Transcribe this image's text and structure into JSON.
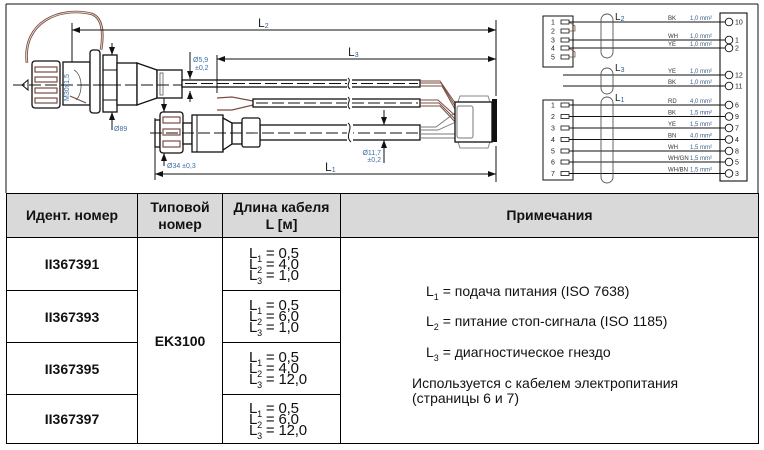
{
  "drawing": {
    "dim_labels": {
      "l1": {
        "main": "L",
        "sub": "1"
      },
      "l2": {
        "main": "L",
        "sub": "2"
      },
      "l3": {
        "main": "L",
        "sub": "3"
      }
    },
    "callouts": {
      "cable_dia_small": {
        "value": "Ø5,9",
        "tol": "±0,2"
      },
      "flange_dia": "Ø89",
      "thread": "M30x1,5",
      "nut_dia": "Ø34 ±0,3",
      "cable_dia_large": {
        "value": "Ø11,7",
        "tol": "±0,2"
      }
    }
  },
  "wiring": {
    "groups": [
      {
        "label": {
          "main": "L",
          "sub": "2"
        },
        "connector_pins": [
          "1",
          "2",
          "3",
          "4",
          "5"
        ],
        "wires": [
          {
            "pin": "1",
            "color": "BK",
            "section": "1,0 mm²",
            "terminal": "10"
          },
          {
            "pin": "3",
            "color": "WH",
            "section": "1,0 mm²",
            "terminal": "1"
          },
          {
            "pin": "4",
            "color": "YE",
            "section": "1,0 mm²",
            "terminal": "2"
          }
        ]
      },
      {
        "label": {
          "main": "L",
          "sub": "3"
        },
        "connector_pins": [],
        "wires": [
          {
            "color": "YE",
            "section": "1,0 mm²",
            "terminal": "12"
          },
          {
            "color": "BK",
            "section": "1,0 mm²",
            "terminal": "11"
          }
        ]
      },
      {
        "label": {
          "main": "L",
          "sub": "1"
        },
        "connector_pins": [
          "1",
          "2",
          "3",
          "4",
          "5",
          "6",
          "7"
        ],
        "wires": [
          {
            "pin": "1",
            "color": "RD",
            "section": "4,0 mm²",
            "terminal": "6"
          },
          {
            "pin": "2",
            "color": "BK",
            "section": "1,5 mm²",
            "terminal": "9"
          },
          {
            "pin": "3",
            "color": "YE",
            "section": "1,5 mm²",
            "terminal": "7"
          },
          {
            "pin": "4",
            "color": "BN",
            "section": "4,0 mm²",
            "terminal": "4"
          },
          {
            "pin": "5",
            "color": "WH",
            "section": "1,5 mm²",
            "terminal": "8"
          },
          {
            "pin": "6",
            "color": "WH/GN",
            "section": "1,5 mm²",
            "terminal": "5"
          },
          {
            "pin": "7",
            "color": "WH/BN",
            "section": "1,5 mm²",
            "terminal": "3"
          }
        ]
      }
    ]
  },
  "table": {
    "headers": {
      "id": "Идент. номер",
      "type_line1": "Типовой",
      "type_line2": "номер",
      "length_line1": "Длина кабеля",
      "length_line2": "L [м]",
      "notes": "Примечания"
    },
    "type_number": "EK3100",
    "rows": [
      {
        "id": "II367391",
        "lengths": [
          {
            "main": "L",
            "sub": "1",
            "value": " = 0,5"
          },
          {
            "main": "L",
            "sub": "2",
            "value": " = 4,0"
          },
          {
            "main": "L",
            "sub": "3",
            "value": " = 1,0"
          }
        ]
      },
      {
        "id": "II367393",
        "lengths": [
          {
            "main": "L",
            "sub": "1",
            "value": " = 0,5"
          },
          {
            "main": "L",
            "sub": "2",
            "value": " = 6,0"
          },
          {
            "main": "L",
            "sub": "3",
            "value": " = 1,0"
          }
        ]
      },
      {
        "id": "II367395",
        "lengths": [
          {
            "main": "L",
            "sub": "1",
            "value": " = 0,5"
          },
          {
            "main": "L",
            "sub": "2",
            "value": " = 4,0"
          },
          {
            "main": "L",
            "sub": "3",
            "value": " = 12,0"
          }
        ]
      },
      {
        "id": "II367397",
        "lengths": [
          {
            "main": "L",
            "sub": "1",
            "value": " = 0,5"
          },
          {
            "main": "L",
            "sub": "2",
            "value": " = 6,0"
          },
          {
            "main": "L",
            "sub": "3",
            "value": " = 12,0"
          }
        ]
      }
    ],
    "notes": {
      "items": [
        {
          "main": "L",
          "sub": "1",
          "text": " = подача питания (ISO 7638)"
        },
        {
          "main": "L",
          "sub": "2",
          "text": " = питание стоп-сигнала (ISO 1185)"
        },
        {
          "main": "L",
          "sub": "3",
          "text": " = диагностическое гнездо"
        }
      ],
      "usage_line1": "Используется с кабелем электропитания",
      "usage_line2": "(страницы 6 и 7)"
    }
  }
}
